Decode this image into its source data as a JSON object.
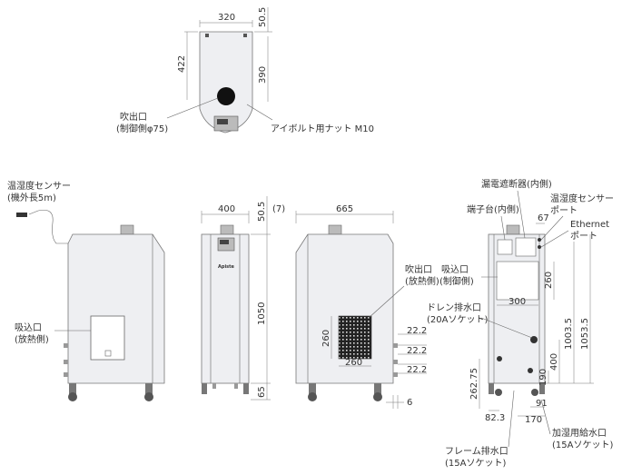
{
  "top_view": {
    "dims": {
      "width_320": "320",
      "d_50_5": "50.5",
      "d_422": "422",
      "d_390": "390"
    },
    "labels": {
      "outlet_1": "吹出口",
      "outlet_2": "(制御側φ75)",
      "eyebolt": "アイボルト用ナット M10"
    }
  },
  "left_view": {
    "labels": {
      "sensor_1": "温湿度センサー",
      "sensor_2": "(機外長5m)",
      "intake_1": "吸込口",
      "intake_2": "(放熱側)"
    }
  },
  "front_view": {
    "dims": {
      "width_400": "400",
      "d_50_5": "50.5",
      "d_1050": "1050",
      "d_65": "65"
    },
    "brand": "Apiste"
  },
  "right_view": {
    "dims": {
      "d_7": "(7)",
      "d_665": "665",
      "d_260_h": "260",
      "d_260_w": "260",
      "d_22_2a": "22.2",
      "d_22_2b": "22.2",
      "d_22_2c": "22.2",
      "d_6": "6"
    },
    "labels": {
      "outlet_1": "吹出口",
      "outlet_2": "(放熱側)"
    }
  },
  "rear_view": {
    "dims": {
      "d_67": "67",
      "d_260": "260",
      "d_300": "300",
      "d_1003_5": "1003.5",
      "d_1053_5": "1053.5",
      "d_400": "400",
      "d_190": "190",
      "d_262_75": "262.75",
      "d_82_3": "82.3",
      "d_91": "91",
      "d_170": "170"
    },
    "labels": {
      "breaker": "漏電遮断器(内側)",
      "terminal": "端子台(内側)",
      "sensor_port_1": "温湿度センサー",
      "sensor_port_2": "ポート",
      "ethernet_1": "Ethernet",
      "ethernet_2": "ポート",
      "intake_1": "吸込口",
      "intake_2": "(制御側)",
      "drain_1": "ドレン排水口",
      "drain_2": "(20Aソケット)",
      "frame_drain_1": "フレーム排水口",
      "frame_drain_2": "(15Aソケット)",
      "humid_1": "加湿用給水口",
      "humid_2": "(15Aソケット)"
    }
  }
}
